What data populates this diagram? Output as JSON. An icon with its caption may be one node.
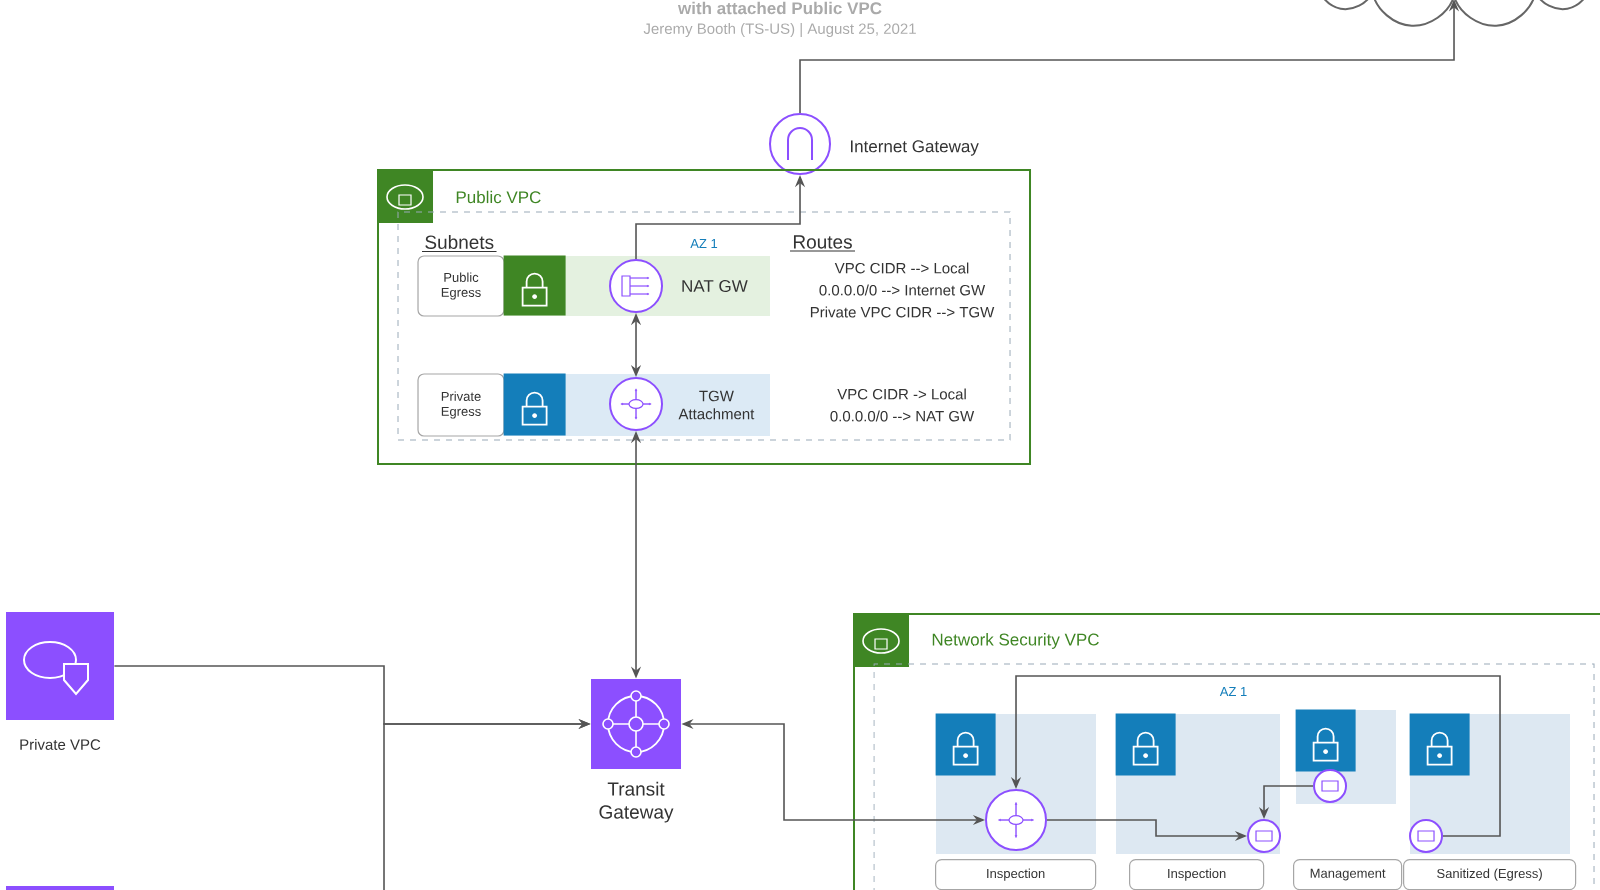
{
  "diagram": {
    "title": "with attached Public VPC",
    "nodes": [
      {
        "text": [],
        "shape": "cloud"
      },
      {
        "text": [],
        "shape": "circle",
        "beside": [
          "Internet Gateway"
        ]
      },
      {
        "text": [
          "Public VPC"
        ]
      },
      {
        "text": [
          "AZ 1"
        ],
        "in": 2
      },
      {
        "text": [
          "Public Egress"
        ],
        "in": 3
      },
      {
        "text": [
          "NAT GW"
        ],
        "in": 3
      },
      {
        "text": [],
        "shape": "circle",
        "in": 5
      },
      {
        "text": [
          "Private Egress"
        ],
        "in": 3
      },
      {
        "text": [
          "TGW Attachment"
        ],
        "in": 3
      },
      {
        "text": [],
        "shape": "circle",
        "in": 8
      },
      {
        "text": [],
        "shape": "box",
        "beside": [
          "Private VPC"
        ]
      },
      {
        "text": [],
        "shape": "box"
      },
      {
        "text": [],
        "shape": "box",
        "beside": [
          "Transit Gateway"
        ]
      },
      {
        "text": [
          "Network Security VPC"
        ]
      },
      {
        "text": [
          "AZ 1"
        ],
        "in": 13
      },
      {
        "text": [
          "Inspection"
        ],
        "in": 14
      },
      {
        "text": [
          "Inspection"
        ],
        "in": 14
      },
      {
        "text": [
          "Management"
        ],
        "in": 14
      },
      {
        "text": [
          "Sanitized (Egress)"
        ],
        "in": 14
      },
      {
        "text": [],
        "shape": "circle",
        "in": 15
      },
      {
        "text": [],
        "shape": "circle",
        "in": 17
      },
      {
        "text": [],
        "shape": "circle",
        "in": 16
      },
      {
        "text": [],
        "shape": "circle",
        "in": 18
      }
    ],
    "edges": [
      {
        "from": 1,
        "to": 0,
        "arrow": "to"
      },
      {
        "from": 6,
        "to": 1,
        "arrow": "to"
      },
      {
        "from": 6,
        "to": 9,
        "arrow": "both"
      },
      {
        "from": 9,
        "to": 12,
        "arrow": "both"
      },
      {
        "from": 10,
        "to": 12,
        "arrow": "to"
      },
      {
        "from": 11,
        "to": 12,
        "arrow": "to"
      },
      {
        "from": 12,
        "to": 19,
        "arrow": "both"
      },
      {
        "from": 19,
        "to": 21,
        "arrow": "to"
      },
      {
        "from": 20,
        "to": 21,
        "arrow": "to"
      },
      {
        "from": 22,
        "to": 19,
        "arrow": "to"
      }
    ],
    "labels": [
      "Jeremy Booth (TS-US)  |  August 25, 2021",
      "Subnets",
      "Routes",
      "VPC CIDR --> Local",
      "0.0.0.0/0 --> Internet GW",
      "Private VPC CIDR --> TGW",
      "VPC CIDR -> Local",
      "0.0.0.0/0 --> NAT GW"
    ]
  }
}
